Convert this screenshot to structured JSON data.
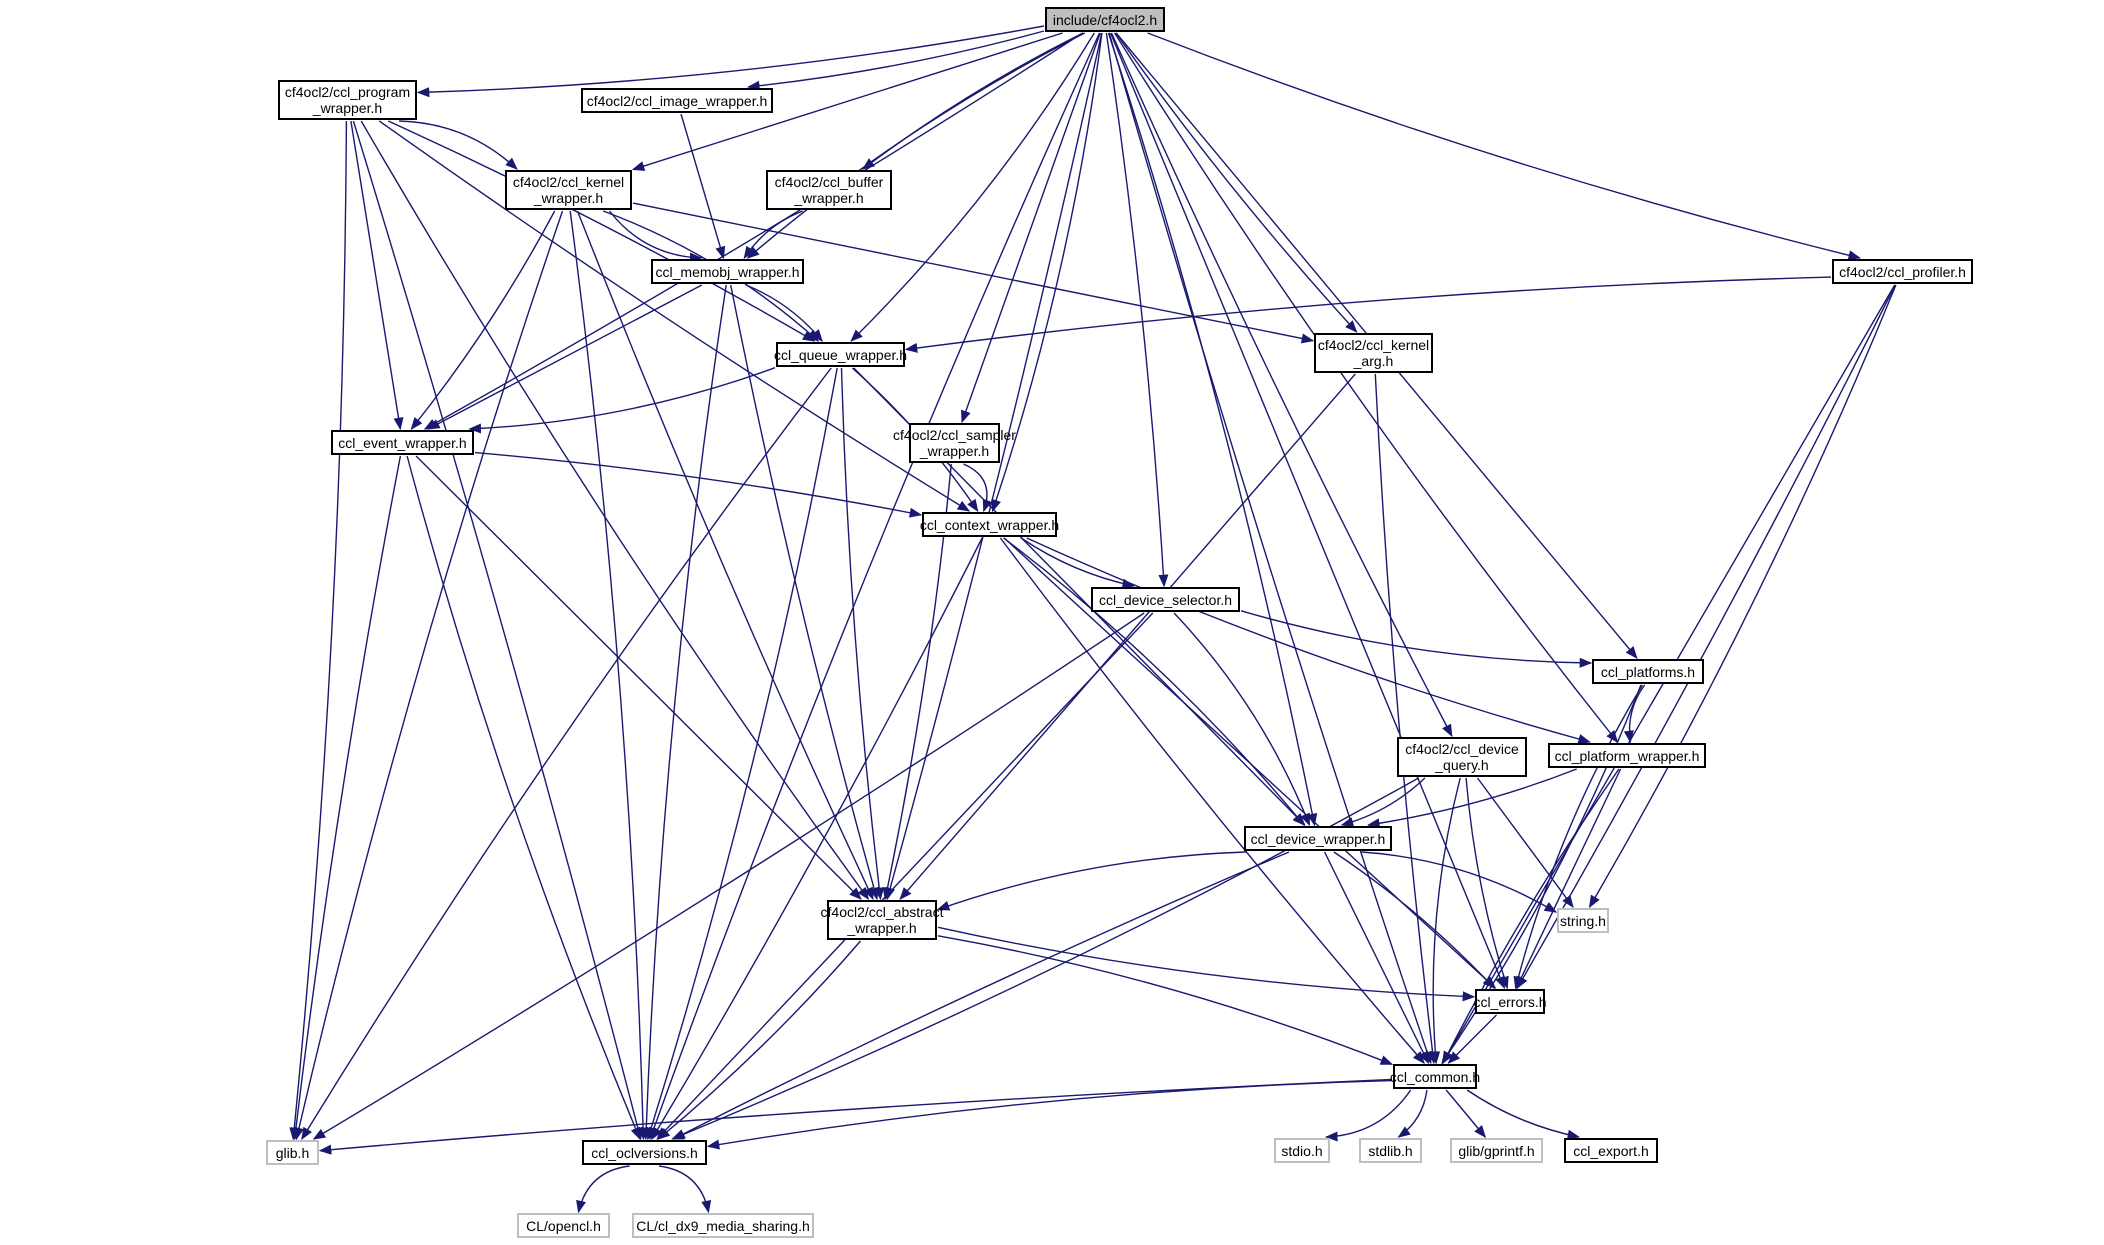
{
  "graph": {
    "edge_color": "#191970",
    "nodes": [
      {
        "id": "root",
        "label": "include/cf4ocl2.h",
        "kind": "root"
      },
      {
        "id": "program",
        "label": "cf4ocl2/ccl_program\n_wrapper.h",
        "kind": "doc"
      },
      {
        "id": "image",
        "label": "cf4ocl2/ccl_image_wrapper.h",
        "kind": "doc"
      },
      {
        "id": "kernel",
        "label": "cf4ocl2/ccl_kernel\n_wrapper.h",
        "kind": "doc"
      },
      {
        "id": "buffer",
        "label": "cf4ocl2/ccl_buffer\n_wrapper.h",
        "kind": "doc"
      },
      {
        "id": "memobj",
        "label": "ccl_memobj_wrapper.h",
        "kind": "doc"
      },
      {
        "id": "queue",
        "label": "ccl_queue_wrapper.h",
        "kind": "doc"
      },
      {
        "id": "event",
        "label": "ccl_event_wrapper.h",
        "kind": "doc"
      },
      {
        "id": "sampler",
        "label": "cf4ocl2/ccl_sampler\n_wrapper.h",
        "kind": "doc"
      },
      {
        "id": "kernelarg",
        "label": "cf4ocl2/ccl_kernel\n_arg.h",
        "kind": "doc"
      },
      {
        "id": "profiler",
        "label": "cf4ocl2/ccl_profiler.h",
        "kind": "doc"
      },
      {
        "id": "context",
        "label": "ccl_context_wrapper.h",
        "kind": "doc"
      },
      {
        "id": "devsel",
        "label": "ccl_device_selector.h",
        "kind": "doc"
      },
      {
        "id": "platforms",
        "label": "ccl_platforms.h",
        "kind": "doc"
      },
      {
        "id": "devquery",
        "label": "cf4ocl2/ccl_device\n_query.h",
        "kind": "doc"
      },
      {
        "id": "platform",
        "label": "ccl_platform_wrapper.h",
        "kind": "doc"
      },
      {
        "id": "device",
        "label": "ccl_device_wrapper.h",
        "kind": "doc"
      },
      {
        "id": "abstract",
        "label": "cf4ocl2/ccl_abstract\n_wrapper.h",
        "kind": "doc"
      },
      {
        "id": "string",
        "label": "string.h",
        "kind": "ext"
      },
      {
        "id": "errors",
        "label": "ccl_errors.h",
        "kind": "doc"
      },
      {
        "id": "common",
        "label": "ccl_common.h",
        "kind": "doc"
      },
      {
        "id": "glib",
        "label": "glib.h",
        "kind": "ext"
      },
      {
        "id": "oclversions",
        "label": "ccl_oclversions.h",
        "kind": "doc"
      },
      {
        "id": "stdio",
        "label": "stdio.h",
        "kind": "ext"
      },
      {
        "id": "stdlib",
        "label": "stdlib.h",
        "kind": "ext"
      },
      {
        "id": "gprintf",
        "label": "glib/gprintf.h",
        "kind": "ext"
      },
      {
        "id": "export",
        "label": "ccl_export.h",
        "kind": "doc"
      },
      {
        "id": "opencl",
        "label": "CL/opencl.h",
        "kind": "ext"
      },
      {
        "id": "dx9",
        "label": "CL/cl_dx9_media_sharing.h",
        "kind": "ext"
      }
    ],
    "edges": [
      [
        "root",
        "program"
      ],
      [
        "root",
        "image"
      ],
      [
        "root",
        "kernel"
      ],
      [
        "root",
        "buffer"
      ],
      [
        "root",
        "memobj"
      ],
      [
        "root",
        "queue"
      ],
      [
        "root",
        "event"
      ],
      [
        "root",
        "sampler"
      ],
      [
        "root",
        "kernelarg"
      ],
      [
        "root",
        "profiler"
      ],
      [
        "root",
        "context"
      ],
      [
        "root",
        "devsel"
      ],
      [
        "root",
        "platforms"
      ],
      [
        "root",
        "devquery"
      ],
      [
        "root",
        "platform"
      ],
      [
        "root",
        "device"
      ],
      [
        "root",
        "abstract"
      ],
      [
        "root",
        "errors"
      ],
      [
        "root",
        "common"
      ],
      [
        "root",
        "oclversions"
      ],
      [
        "program",
        "kernel"
      ],
      [
        "program",
        "queue"
      ],
      [
        "program",
        "event"
      ],
      [
        "program",
        "context"
      ],
      [
        "program",
        "abstract"
      ],
      [
        "program",
        "glib"
      ],
      [
        "program",
        "oclversions"
      ],
      [
        "image",
        "memobj"
      ],
      [
        "buffer",
        "memobj"
      ],
      [
        "kernel",
        "memobj"
      ],
      [
        "kernel",
        "queue"
      ],
      [
        "kernel",
        "event"
      ],
      [
        "kernel",
        "kernelarg"
      ],
      [
        "kernel",
        "abstract"
      ],
      [
        "kernel",
        "glib"
      ],
      [
        "kernel",
        "oclversions"
      ],
      [
        "memobj",
        "queue"
      ],
      [
        "memobj",
        "event"
      ],
      [
        "memobj",
        "abstract"
      ],
      [
        "memobj",
        "oclversions"
      ],
      [
        "queue",
        "event"
      ],
      [
        "queue",
        "context"
      ],
      [
        "queue",
        "device"
      ],
      [
        "queue",
        "abstract"
      ],
      [
        "queue",
        "glib"
      ],
      [
        "queue",
        "oclversions"
      ],
      [
        "event",
        "context"
      ],
      [
        "event",
        "abstract"
      ],
      [
        "event",
        "glib"
      ],
      [
        "event",
        "oclversions"
      ],
      [
        "sampler",
        "context"
      ],
      [
        "sampler",
        "abstract"
      ],
      [
        "kernelarg",
        "abstract"
      ],
      [
        "kernelarg",
        "common"
      ],
      [
        "profiler",
        "queue"
      ],
      [
        "profiler",
        "string"
      ],
      [
        "profiler",
        "errors"
      ],
      [
        "profiler",
        "common"
      ],
      [
        "context",
        "devsel"
      ],
      [
        "context",
        "platform"
      ],
      [
        "context",
        "device"
      ],
      [
        "context",
        "oclversions"
      ],
      [
        "context",
        "errors"
      ],
      [
        "context",
        "common"
      ],
      [
        "devsel",
        "platforms"
      ],
      [
        "devsel",
        "device"
      ],
      [
        "devsel",
        "glib"
      ],
      [
        "devsel",
        "oclversions"
      ],
      [
        "platforms",
        "platform"
      ],
      [
        "platforms",
        "errors"
      ],
      [
        "platforms",
        "common"
      ],
      [
        "devquery",
        "device"
      ],
      [
        "devquery",
        "string"
      ],
      [
        "devquery",
        "errors"
      ],
      [
        "devquery",
        "common"
      ],
      [
        "devquery",
        "oclversions"
      ],
      [
        "platform",
        "device"
      ],
      [
        "platform",
        "errors"
      ],
      [
        "platform",
        "common"
      ],
      [
        "device",
        "abstract"
      ],
      [
        "device",
        "string"
      ],
      [
        "device",
        "errors"
      ],
      [
        "device",
        "common"
      ],
      [
        "device",
        "oclversions"
      ],
      [
        "abstract",
        "errors"
      ],
      [
        "abstract",
        "common"
      ],
      [
        "abstract",
        "oclversions"
      ],
      [
        "errors",
        "common"
      ],
      [
        "common",
        "glib"
      ],
      [
        "common",
        "oclversions"
      ],
      [
        "common",
        "stdio"
      ],
      [
        "common",
        "stdlib"
      ],
      [
        "common",
        "gprintf"
      ],
      [
        "common",
        "export"
      ],
      [
        "oclversions",
        "opencl"
      ],
      [
        "oclversions",
        "dx9"
      ]
    ]
  }
}
